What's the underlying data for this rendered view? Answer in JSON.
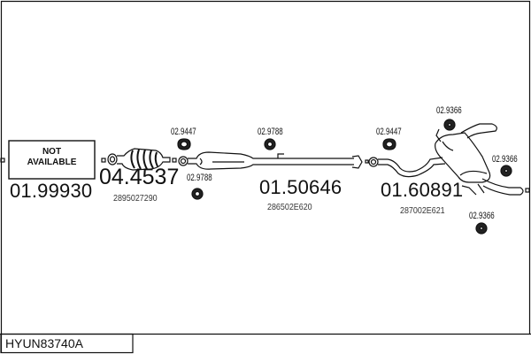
{
  "diagram_code": "HYUN83740A",
  "parts": [
    {
      "number": "01.99930",
      "note": "NOT AVAILABLE",
      "note_line1": "NOT",
      "note_line2": "AVAILABLE"
    },
    {
      "number": "04.4537",
      "oem": "2895027290"
    },
    {
      "number": "01.50646",
      "oem": "286502E620"
    },
    {
      "number": "01.60891",
      "oem": "287002E621"
    }
  ],
  "accessories": [
    {
      "ref": "02.9447"
    },
    {
      "ref": "02.9788"
    },
    {
      "ref": "02.9788"
    },
    {
      "ref": "02.9447"
    },
    {
      "ref": "02.9366"
    },
    {
      "ref": "02.9366"
    },
    {
      "ref": "02.9366"
    }
  ]
}
